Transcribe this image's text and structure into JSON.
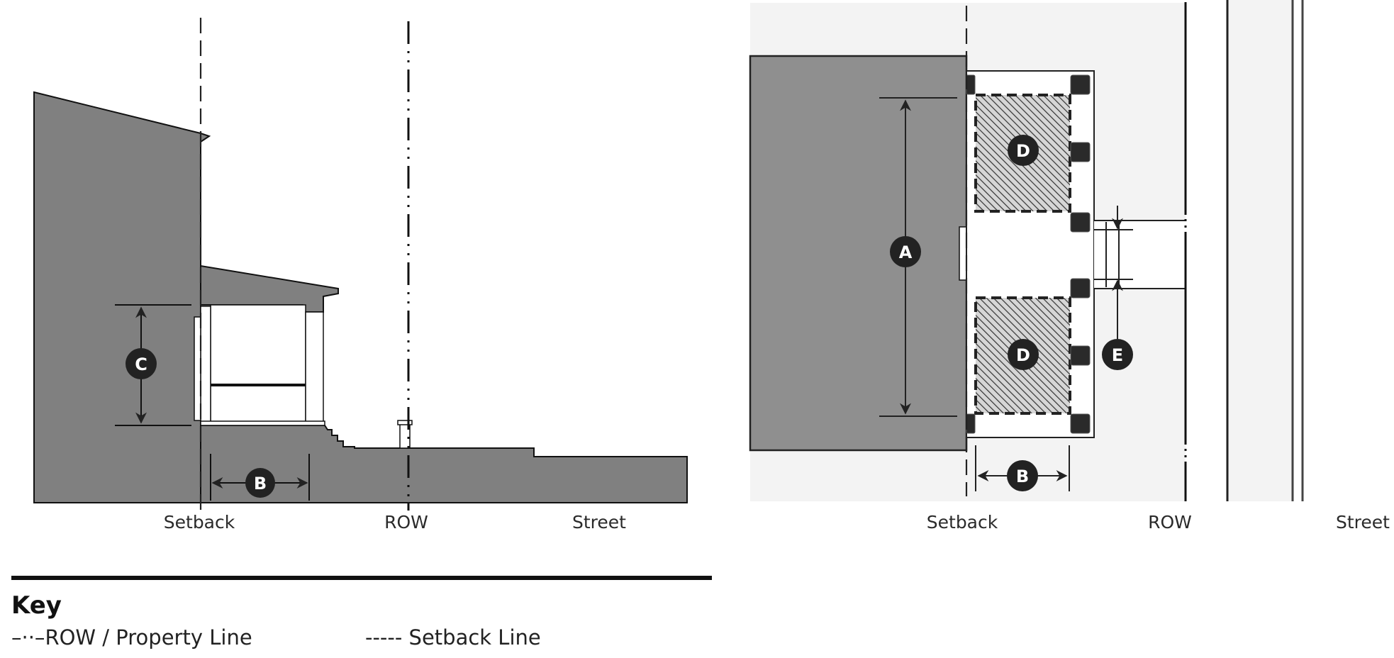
{
  "elevation": {
    "labels": {
      "setback": "Setback",
      "row": "ROW",
      "street": "Street"
    },
    "dimensions": {
      "b": "B",
      "c": "C"
    }
  },
  "plan": {
    "labels": {
      "setback": "Setback",
      "row": "ROW",
      "street": "Street"
    },
    "dimensions": {
      "a": "A",
      "b": "B",
      "d1": "D",
      "d2": "D",
      "e": "E"
    }
  },
  "key": {
    "title": "Key",
    "items": [
      {
        "symbol": "–··–",
        "label": "ROW / Property Line"
      },
      {
        "symbol": "-----",
        "label": "Setback Line"
      }
    ]
  },
  "colors": {
    "building": "#808080",
    "plan_building": "#8f8f8f",
    "plan_background": "#f3f3f3",
    "line": "#1a1a1a",
    "badge": "#222222"
  }
}
